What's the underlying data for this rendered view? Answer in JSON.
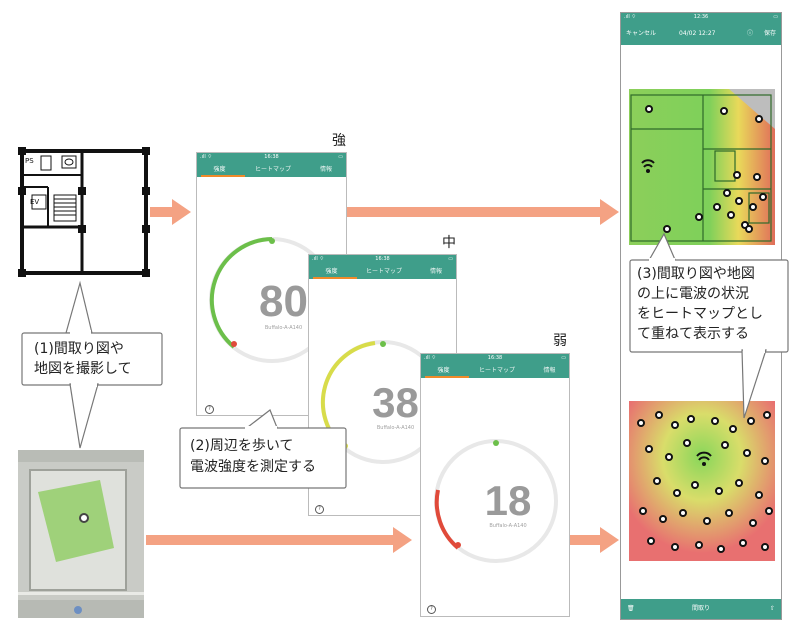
{
  "levels": {
    "strong": "強",
    "medium": "中",
    "weak": "弱"
  },
  "phones": [
    {
      "time": "16:38",
      "tabs": [
        "強度",
        "ヒートマップ",
        "情報"
      ],
      "value": "80",
      "ssid": "Buffalo-A-A140"
    },
    {
      "time": "16:38",
      "tabs": [
        "強度",
        "ヒートマップ",
        "情報"
      ],
      "value": "38",
      "ssid": "Buffalo-A-A140"
    },
    {
      "time": "16:38",
      "tabs": [
        "強度",
        "ヒートマップ",
        "情報"
      ],
      "value": "18",
      "ssid": "Buffalo-A-A140"
    }
  ],
  "heatmap_phone": {
    "time": "12:36",
    "cancel": "キャンセル",
    "date": "04/02 12:27",
    "save": "保存",
    "bottom_label": "間取り"
  },
  "floorplan_labels": {
    "ps": "PS",
    "ev": "EV"
  },
  "callouts": {
    "c1_line1": "(1)間取り図や",
    "c1_line2": "地図を撮影して",
    "c2_line1": "(2)周辺を歩いて",
    "c2_line2": "電波強度を測定する",
    "c3_line1": "(3)間取り図や地図",
    "c3_line2": "の上に電波の状況",
    "c3_line3": "をヒートマップとし",
    "c3_line4": "て重ねて表示する"
  },
  "colors": {
    "teal": "#3f9e8a",
    "arrow": "#f4a283",
    "gauge_green": "#6cbf4a",
    "gauge_yellow": "#d8dc4a",
    "gauge_red": "#e04a3a"
  }
}
